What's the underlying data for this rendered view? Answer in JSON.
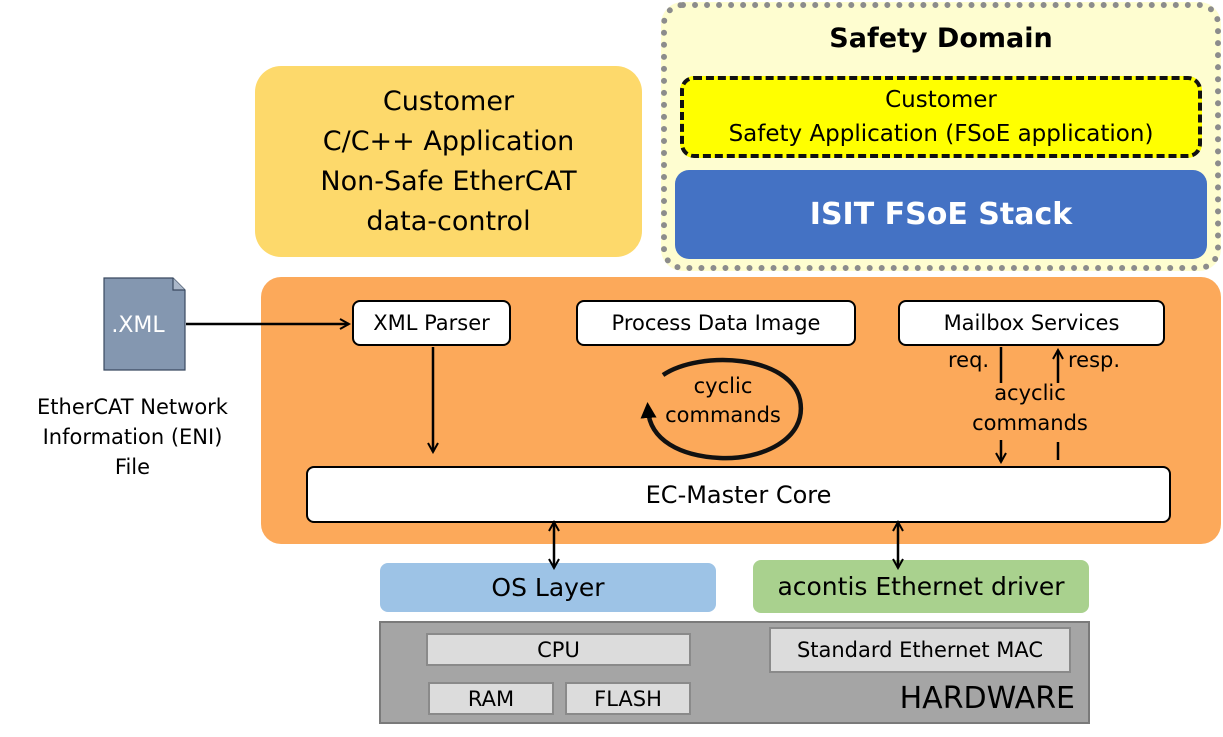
{
  "safety_domain": {
    "title": "Safety Domain",
    "safety_app": {
      "line1": "Customer",
      "line2": "Safety Application (FSoE application)"
    },
    "fsoe_stack": "ISIT FSoE Stack"
  },
  "customer_app": {
    "lines": [
      "Customer",
      "C/C++ Application",
      "Non-Safe EtherCAT",
      "data-control"
    ]
  },
  "xml_file": {
    "icon_label": ".XML",
    "caption": [
      "EtherCAT Network",
      "Information (ENI)",
      "File"
    ]
  },
  "ec_master": {
    "xml_parser": "XML Parser",
    "process_data_image": "Process Data Image",
    "mailbox_services": "Mailbox Services",
    "cyclic": [
      "cyclic",
      "commands"
    ],
    "acyclic": [
      "acyclic",
      "commands"
    ],
    "req": "req.",
    "resp": "resp.",
    "core": "EC-Master Core"
  },
  "os_layer": "OS Layer",
  "eth_driver": "acontis Ethernet driver",
  "hardware": {
    "label": "HARDWARE",
    "cpu": "CPU",
    "ram": "RAM",
    "flash": "FLASH",
    "mac": "Standard Ethernet MAC"
  },
  "colors": {
    "safety_bg": "#fefdd0",
    "safety_app": "#ffff00",
    "fsoe_stack": "#4472c4",
    "customer_app": "#fdd96b",
    "ec_master": "#fca95a",
    "os_layer": "#9dc3e6",
    "eth_driver": "#a9d18e",
    "hardware": "#a5a5a5",
    "xml_file": "#8497b0"
  }
}
